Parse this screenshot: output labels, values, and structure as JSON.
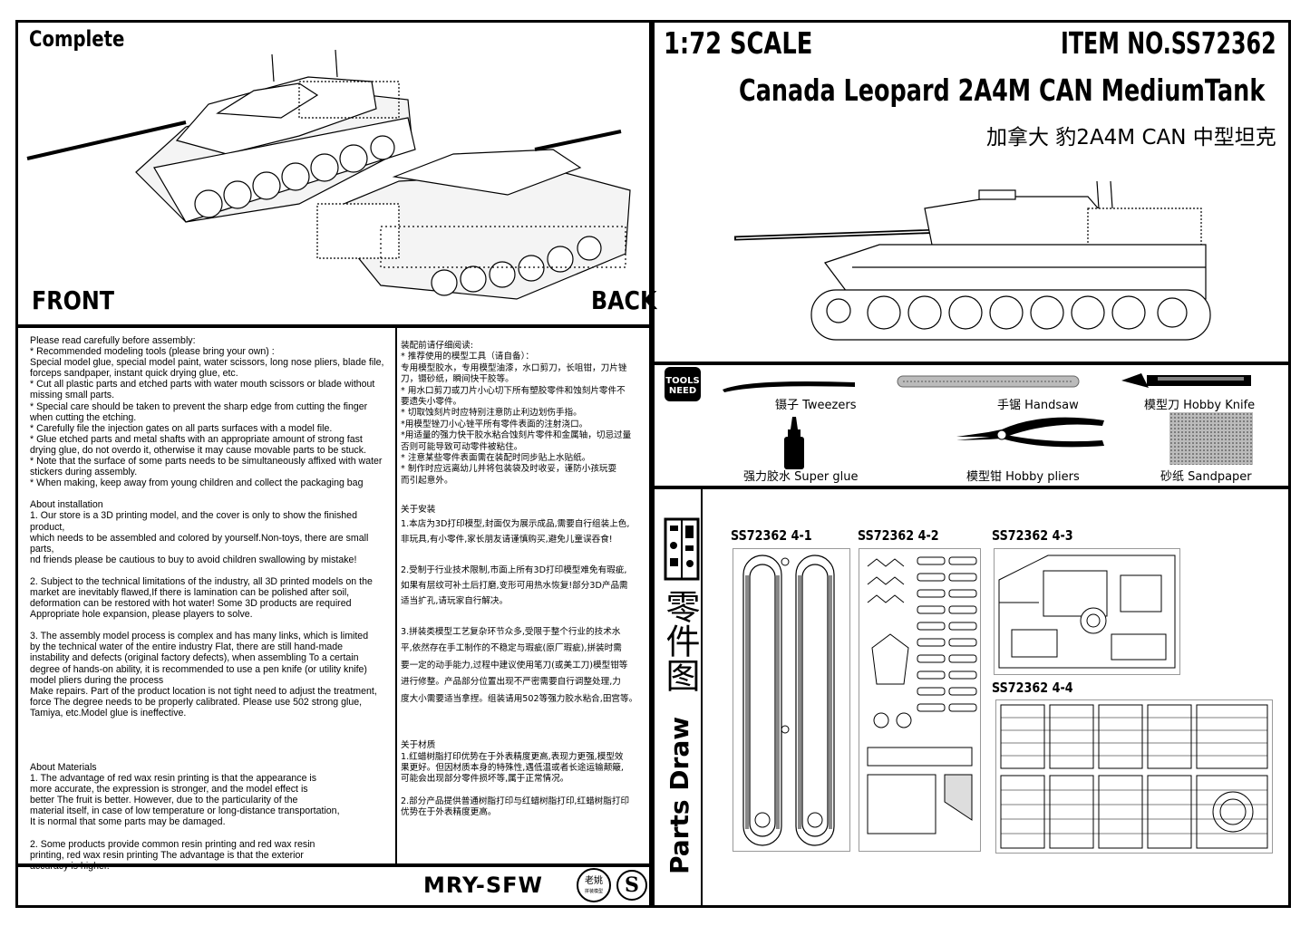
{
  "header": {
    "complete_label": "Complete",
    "front_label": "FRONT",
    "back_label": "BACK",
    "scale": "1:72 SCALE",
    "item_no": "ITEM NO.SS72362",
    "title_en": "Canada Leopard 2A4M CAN  MediumTank",
    "title_zh": "加拿大 豹2A4M CAN 中型坦克"
  },
  "tools": {
    "badge": "TOOLS NEED",
    "items": [
      {
        "label": "镊子 Tweezers",
        "icon": "tweezers-icon"
      },
      {
        "label": "手锯 Handsaw",
        "icon": "handsaw-icon"
      },
      {
        "label": "模型刀 Hobby Knife",
        "icon": "hobby-knife-icon"
      },
      {
        "label": "强力胶水 Super glue",
        "icon": "glue-bottle-icon"
      },
      {
        "label": "模型钳 Hobby pliers",
        "icon": "pliers-icon"
      },
      {
        "label": "砂纸 Sandpaper",
        "icon": "sandpaper-icon"
      }
    ]
  },
  "instructions_en": {
    "read_header": "Please read carefully before assembly:",
    "read_lines": [
      "* Recommended modeling tools (please bring your own) :",
      "Special model glue, special model paint, water scissors, long nose pliers, blade file,",
      " forceps sandpaper, instant quick drying glue, etc.",
      "* Cut all plastic parts and etched parts with water mouth scissors or blade without",
      "missing small parts.",
      "* Special care should be taken to prevent the sharp edge from cutting the finger",
      "when cutting the etching.",
      "* Carefully file the injection gates on all parts surfaces with a model file.",
      "* Glue etched parts and metal shafts with an appropriate amount of strong fast",
      "drying glue, do not overdo it, otherwise it may cause movable parts to be stuck.",
      "* Note that the surface of some parts needs to be simultaneously affixed with water",
      "stickers during assembly.",
      "* When making, keep away from young children and collect the packaging bag"
    ],
    "install_header": "About installation",
    "install_p1": [
      "1. Our store is a 3D printing model, and the cover is only to show the finished product,",
      "which needs to be assembled and colored by yourself.Non-toys, there are small parts,",
      "nd friends please be cautious to buy to avoid children swallowing by mistake!"
    ],
    "install_p2": [
      "2. Subject to the technical limitations of the industry, all 3D printed models on the",
      " market are inevitably flawed,If there is lamination can be polished after soil,",
      "deformation can be restored with hot water! Some 3D products are required",
      "Appropriate hole expansion, please players to solve."
    ],
    "install_p3": [
      "3. The assembly model process is complex and has many links, which is limited",
      "by the technical water of the entire industry Flat, there are still hand-made",
      "instability and defects (original factory defects), when assembling To a certain",
      "degree of hands-on ability, it is recommended to use a pen knife (or utility knife)",
      "model pliers during the process",
      "Make repairs. Part of the product location is not tight need to adjust the treatment,",
      " force The degree needs to be properly calibrated. Please use 502 strong glue,",
      "Tamiya, etc.Model glue is ineffective."
    ],
    "materials_header": "About Materials",
    "materials_p1": [
      "1. The advantage of red wax resin printing is that the appearance is",
      "more accurate, the expression is stronger, and the model effect is",
      "better The fruit is better. However, due to the particularity of the",
      "material itself, in case of low temperature or long-distance transportation,",
      "It is normal that some parts may be damaged."
    ],
    "materials_p2": [
      "2. Some products provide common resin printing and red wax resin",
      "printing, red wax resin printing The advantage is that the exterior",
      "accuracy is higher."
    ]
  },
  "instructions_zh": {
    "read_header": "装配前请仔细阅读:",
    "read_lines": [
      "* 推荐使用的模型工具（请自备）：",
      "专用模型胶水，专用模型油漆，水口剪刀，长咀钳，刀片锉",
      "刀，镊砂纸，瞬间快干胶等。",
      "* 用水口剪刀或刀片小心切下所有塑胶零件和蚀刻片零件不",
      "要遗失小零件。",
      "* 切取蚀刻片时应特别注意防止利边划伤手指。",
      "*用模型锉刀小心锉平所有零件表面的注射浇口。",
      "*用适量的强力快干胶水粘合蚀刻片零件和金属轴，切忌过量",
      "否则可能导致可动零件被粘住。",
      "* 注意某些零件表面需在装配时同步贴上水贴纸。",
      "* 制作时应远离幼儿并将包装袋及时收妥，谨防小孩玩耍",
      "而引起意外。"
    ],
    "install_header": "关于安装",
    "install_p1": [
      "1.本店为3D打印模型,封面仅为展示成品,需要自行组装上色,",
      "非玩具,有小零件,家长朋友请谨慎购买,避免儿童误吞食!"
    ],
    "install_p2": [
      "2.受制于行业技术限制,市面上所有3D打印模型难免有瑕疵,",
      "如果有层纹可补土后打磨,变形可用热水恢复!部分3D产品需",
      "适当扩孔,请玩家自行解决。"
    ],
    "install_p3": [
      "3.拼装类模型工艺复杂环节众多,受限于整个行业的技术水",
      "平,依然存在手工制作的不稳定与瑕疵(原厂瑕疵),拼装时需",
      "要一定的动手能力,过程中建议使用笔刀(或美工刀)模型钳等",
      "进行修整。产品部分位置出现不严密需要自行调整处理,力",
      "度大小需要适当拿捏。组装请用502等强力胶水粘合,田宫等。"
    ],
    "materials_header": "关于材质",
    "materials_p1": [
      "1.红蜡树脂打印优势在于外表精度更高,表现力更强,模型效",
      "果更好。但因材质本身的特殊性,遇低温或者长途运输颠簸,",
      "可能会出现部分零件损坏等,属于正常情况。"
    ],
    "materials_p2": [
      "2.部分产品提供普通树脂打印与红蜡树脂打印,红蜡树脂打印",
      "优势在于外表精度更高。"
    ]
  },
  "parts": {
    "vertical_zh": "零件图",
    "vertical_en": "Parts Draw",
    "sheets": [
      "SS72362 4-1",
      "SS72362 4-2",
      "SS72362 4-3",
      "SS72362 4-4"
    ]
  },
  "footer": {
    "brand": "MRY-SFW",
    "seal_char": "老姚",
    "seal_sub": "拼装模型",
    "logo_char": "S"
  }
}
